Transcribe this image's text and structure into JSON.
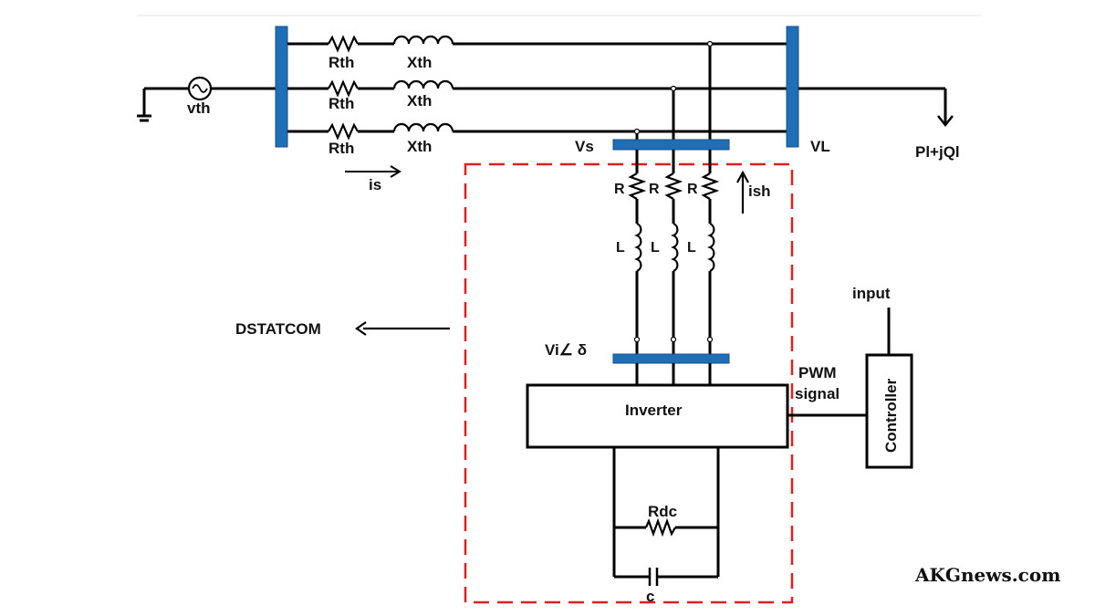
{
  "labels": {
    "rth": "Rth",
    "xth": "Xth",
    "vth": "vth",
    "is": "is",
    "vs": "Vs",
    "vl": "VL",
    "load": "Pl+jQl",
    "r": "R",
    "l": "L",
    "ish": "ish",
    "dstatcom": "DSTATCOM",
    "vi": "Vi∠ δ",
    "inverter": "Inverter",
    "pwm1": "PWM",
    "pwm2": "signal",
    "input": "input",
    "controller": "Controller",
    "rdc": "Rdc",
    "c": "c"
  },
  "watermark": "AKGnews.com",
  "colors": {
    "bus": "#1f6fb8",
    "dashed_box": "#e02020",
    "wire": "#000000"
  }
}
